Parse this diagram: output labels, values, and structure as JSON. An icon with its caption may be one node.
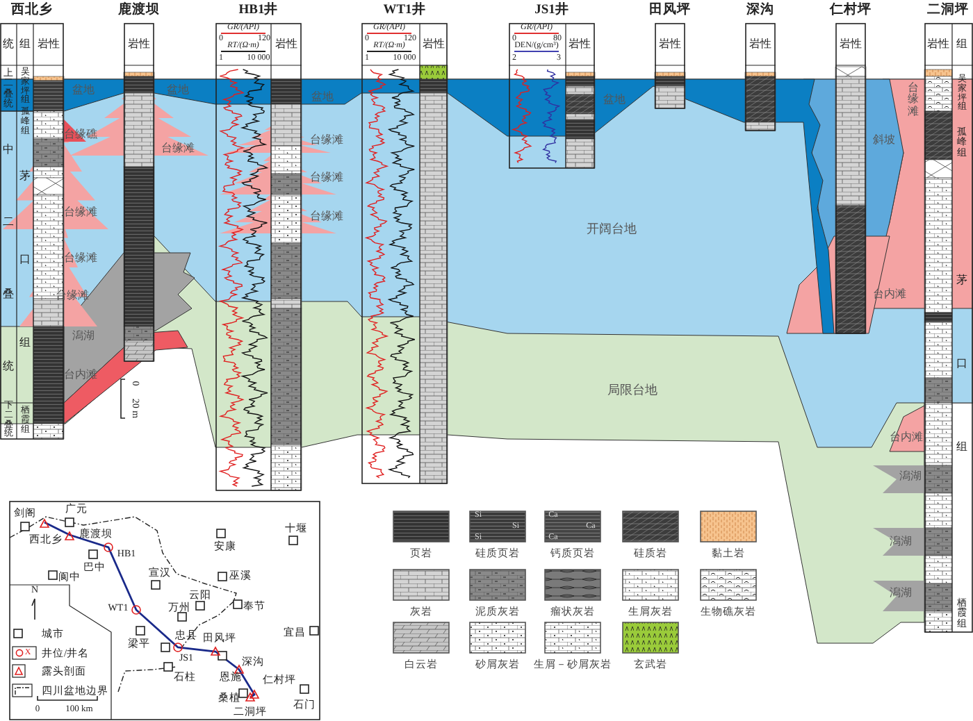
{
  "diagram": {
    "labels": [
      "西北乡",
      "鹿渡坝",
      "HB1井",
      "WT1井",
      "JS1井",
      "田风坪",
      "深沟",
      "仁村坪",
      "二洞坪",
      "统",
      "组",
      "岩性",
      "岩性",
      "GR/(API)",
      "0",
      "120",
      "RT/(Ω·m)",
      "1",
      "10 000",
      "岩性",
      "GR/(API)",
      "0",
      "120",
      "RT/(Ω·m)",
      "1",
      "10 000",
      "岩性",
      "GR/(API)",
      "0",
      "80",
      "DEN/(g/cm³)",
      "2",
      "3",
      "岩性",
      "岩性",
      "岩性",
      "岩性",
      "岩性",
      "组",
      "上二叠统",
      "吴家坪组",
      "孤峰组",
      "中二叠统",
      "茅口组",
      "下二叠统",
      "栖霞组",
      "吴家坪组",
      "孤峰组",
      "茅口组",
      "栖霞组",
      "盆地",
      "盆地",
      "盆地",
      "盆地",
      "台缘礁",
      "台缘滩",
      "台缘滩",
      "台缘滩",
      "台缘滩",
      "台缘滩",
      "台缘滩",
      "台缘滩",
      "潟湖",
      "台内滩",
      "台缘滩",
      "斜坡",
      "开阔台地",
      "台内滩",
      "局限台地",
      "台内滩",
      "潟湖",
      "潟湖",
      "潟湖",
      "0",
      "20 m",
      "剑阁",
      "广元",
      "西北乡",
      "鹿渡坝",
      "HB1",
      "巴中",
      "阆中",
      "宣汉",
      "安康",
      "十堰",
      "巫溪",
      "云阳",
      "WT1",
      "万州",
      "奉节",
      "梁平",
      "忠县",
      "田风坪",
      "宜昌",
      "JS1",
      "深沟",
      "石柱",
      "恩施",
      "仁村坪",
      "桑植",
      "二洞坪",
      "石门",
      "N",
      "0",
      "100 km",
      "Si",
      "Si",
      "Si",
      "Ca",
      "Ca",
      "Ca",
      "X"
    ],
    "legend": [
      {
        "text": "城市"
      },
      {
        "text": "井位/井名"
      },
      {
        "text": "露头剖面"
      },
      {
        "text": "四川盆地边界"
      },
      {
        "text": "页岩"
      },
      {
        "text": "硅质页岩"
      },
      {
        "text": "钙质页岩"
      },
      {
        "text": "硅质岩"
      },
      {
        "text": "黏土岩"
      },
      {
        "text": "灰岩"
      },
      {
        "text": "泥质灰岩"
      },
      {
        "text": "瘤状灰岩"
      },
      {
        "text": "生屑灰岩"
      },
      {
        "text": "生物礁灰岩"
      },
      {
        "text": "白云岩"
      },
      {
        "text": "砂屑灰岩"
      },
      {
        "text": "生屑－砂屑灰岩"
      },
      {
        "text": "玄武岩"
      }
    ]
  }
}
